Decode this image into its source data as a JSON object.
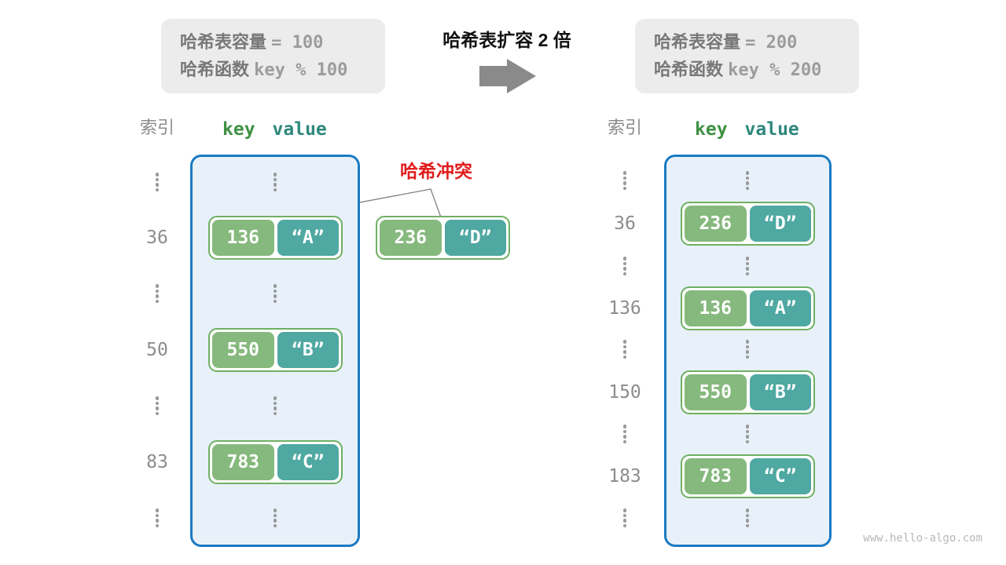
{
  "left_info": {
    "line1_label": "哈希表容量",
    "line1_value": "= 100",
    "line2_label": "哈希函数",
    "line2_value": "key % 100"
  },
  "right_info": {
    "line1_label": "哈希表容量",
    "line1_value": "= 200",
    "line2_label": "哈希函数",
    "line2_value": "key % 200"
  },
  "center": {
    "title": "哈希表扩容 2 倍"
  },
  "collision": {
    "label": "哈希冲突",
    "pair": {
      "key": "236",
      "value": "“D”"
    }
  },
  "headers": {
    "index": "索引",
    "key": "key",
    "value": "value"
  },
  "left_table": {
    "rows": [
      {
        "type": "dots"
      },
      {
        "type": "pair",
        "index": "36",
        "key": "136",
        "value": "“A”"
      },
      {
        "type": "dots"
      },
      {
        "type": "pair",
        "index": "50",
        "key": "550",
        "value": "“B”"
      },
      {
        "type": "dots"
      },
      {
        "type": "pair",
        "index": "83",
        "key": "783",
        "value": "“C”"
      },
      {
        "type": "dots"
      }
    ]
  },
  "right_table": {
    "rows": [
      {
        "type": "dots"
      },
      {
        "type": "pair",
        "index": "36",
        "key": "236",
        "value": "“D”"
      },
      {
        "type": "dots"
      },
      {
        "type": "pair",
        "index": "136",
        "key": "136",
        "value": "“A”"
      },
      {
        "type": "dots"
      },
      {
        "type": "pair",
        "index": "150",
        "key": "550",
        "value": "“B”"
      },
      {
        "type": "dots"
      },
      {
        "type": "pair",
        "index": "183",
        "key": "783",
        "value": "“C”"
      },
      {
        "type": "dots"
      }
    ]
  },
  "watermark": "www.hello-algo.com",
  "colors": {
    "table_border": "#1b7ac3",
    "table_bg": "#e8f1f9",
    "pair_border": "#6fb063",
    "key_pill": "#86b97d",
    "value_pill": "#4fa8a2",
    "collision_red": "#e01d1d",
    "arrow_gray": "#8a8a8a",
    "info_box_bg": "#ececec"
  }
}
